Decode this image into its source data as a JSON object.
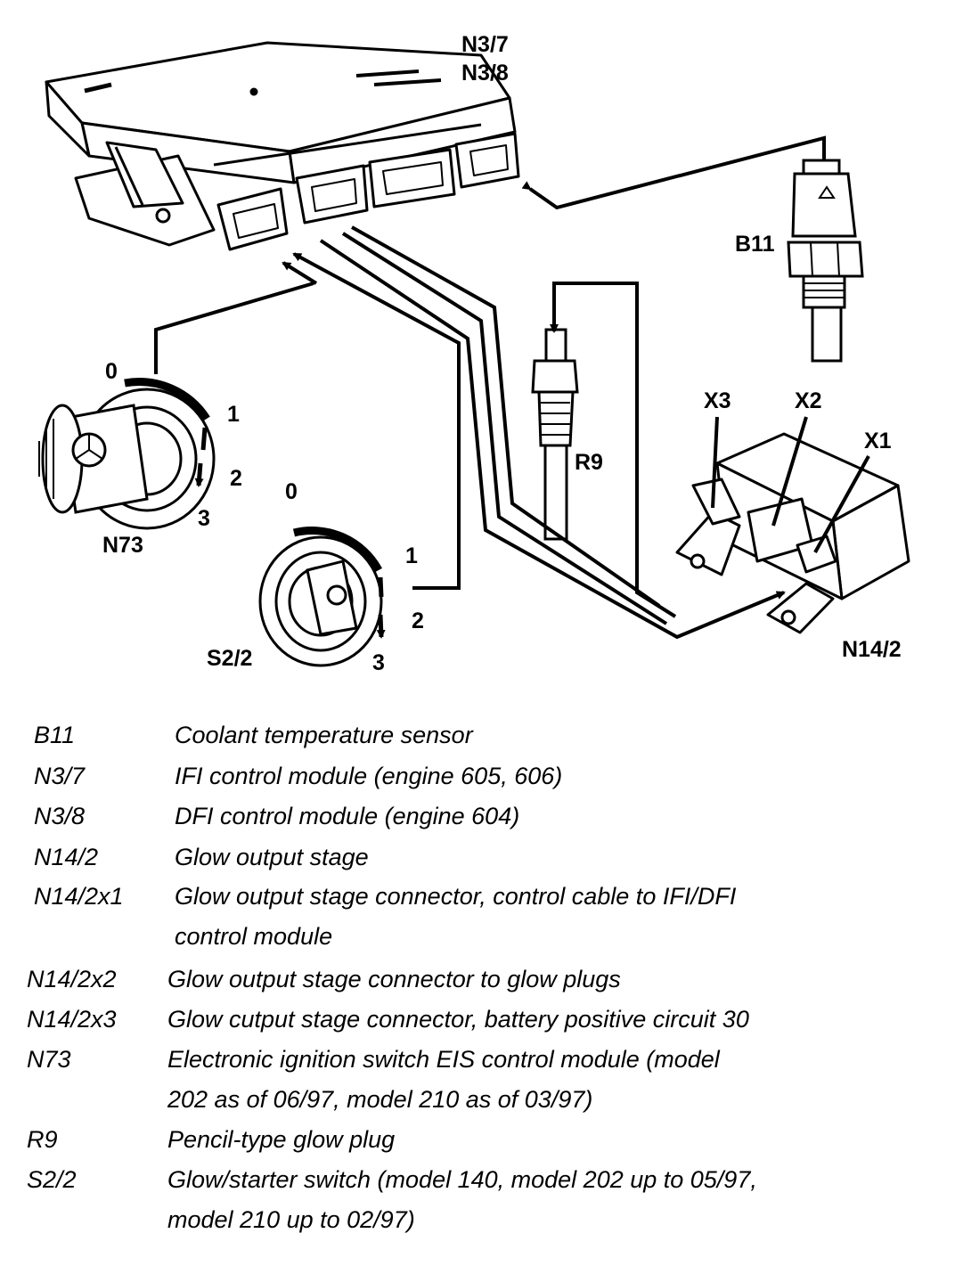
{
  "diagram": {
    "labels": {
      "n3_7": "N3/7",
      "n3_8": "N3/8",
      "b11": "B11",
      "r9": "R9",
      "x3": "X3",
      "x2": "X2",
      "x1": "X1",
      "n73": "N73",
      "s2_2": "S2/2",
      "n14_2": "N14/2",
      "n73_pos0": "0",
      "n73_pos1": "1",
      "n73_pos2": "2",
      "n73_pos3": "3",
      "s22_pos0": "0",
      "s22_pos1": "1",
      "s22_pos2": "2",
      "s22_pos3": "3"
    }
  },
  "legend": {
    "items": [
      {
        "code": "B11",
        "lines": [
          "Coolant temperature sensor"
        ]
      },
      {
        "code": "N3/7",
        "lines": [
          "IFI control module (engine 605, 606)"
        ]
      },
      {
        "code": "N3/8",
        "lines": [
          "DFI control module (engine 604)"
        ]
      },
      {
        "code": "N14/2",
        "lines": [
          "Glow output stage"
        ]
      },
      {
        "code": "N14/2x1",
        "lines": [
          "Glow output stage connector, control cable to IFI/DFI",
          "control module"
        ]
      },
      {
        "code": "N14/2x2",
        "lines": [
          "Glow output stage connector to glow plugs"
        ]
      },
      {
        "code": "N14/2x3",
        "lines": [
          "Glow cutput stage connector, battery positive circuit 30"
        ]
      },
      {
        "code": "N73",
        "lines": [
          "Electronic ignition switch EIS control module (model",
          "202 as of 06/97, model 210 as of 03/97)"
        ]
      },
      {
        "code": "R9",
        "lines": [
          "Pencil-type glow plug"
        ]
      },
      {
        "code": "S2/2",
        "lines": [
          "Glow/starter switch (model  140, model 202 up to 05/97,",
          "model 210 up to 02/97)"
        ]
      }
    ]
  }
}
